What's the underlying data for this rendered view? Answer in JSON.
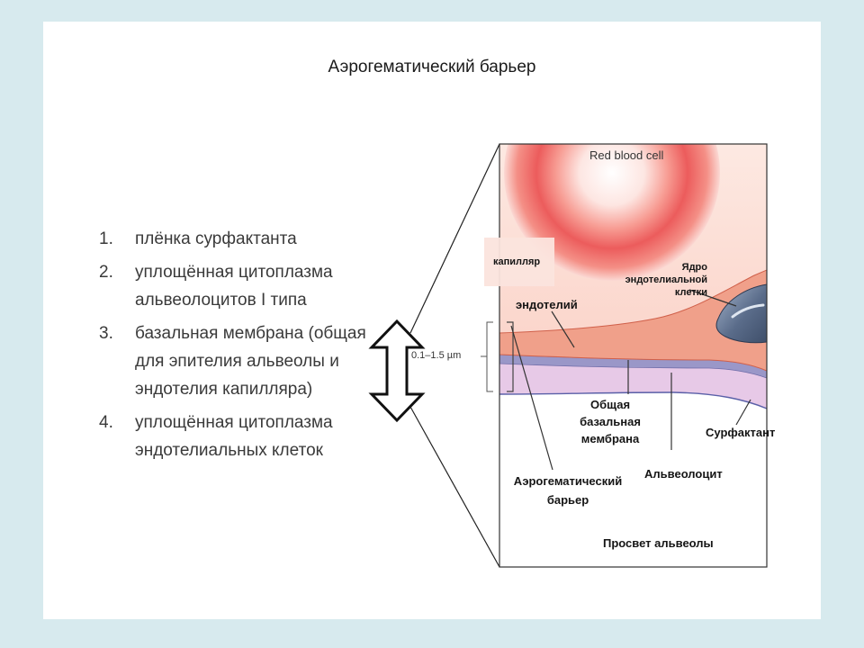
{
  "slide": {
    "title": "Аэрогематический барьер",
    "legend": [
      {
        "num": "1.",
        "lines": [
          "плёнка сурфактанта"
        ]
      },
      {
        "num": "2.",
        "lines": [
          "уплощённая цитоплазма",
          "альвеолоцитов I типа"
        ]
      },
      {
        "num": "3.",
        "lines": [
          "базальная мембрана (общая",
          "для эпителия альвеолы и",
          "эндотелия капилляра)"
        ]
      },
      {
        "num": "4.",
        "lines": [
          "уплощённая цитоплазма",
          "эндотелиальных клеток"
        ]
      }
    ]
  },
  "diagram": {
    "red_blood_cell": "Red blood cell",
    "thickness": "0.1–1.5 µm",
    "labels": {
      "capillary": "капилляр",
      "nucleus_line1": "Ядро",
      "nucleus_line2": "эндотелиальной",
      "nucleus_line3": "клетки",
      "endothelium": "эндотелий",
      "basal_line1": "Общая",
      "basal_line2": "базальная",
      "basal_line3": "мембрана",
      "surfactant": "Сурфактант",
      "alveolocyte": "Альвеолоцит",
      "barrier_line1": "Аэрогематический",
      "barrier_line2": "барьер",
      "lumen": "Просвет альвеолы"
    }
  },
  "colors": {
    "background": "#d7eaee",
    "endothelium": "#f0a08a",
    "rbc": "#ec5c5c",
    "basal_membrane": "#9a97c8",
    "alveolar_epithelium": "#e7c9e7",
    "nucleus": "#5a6c8a"
  }
}
